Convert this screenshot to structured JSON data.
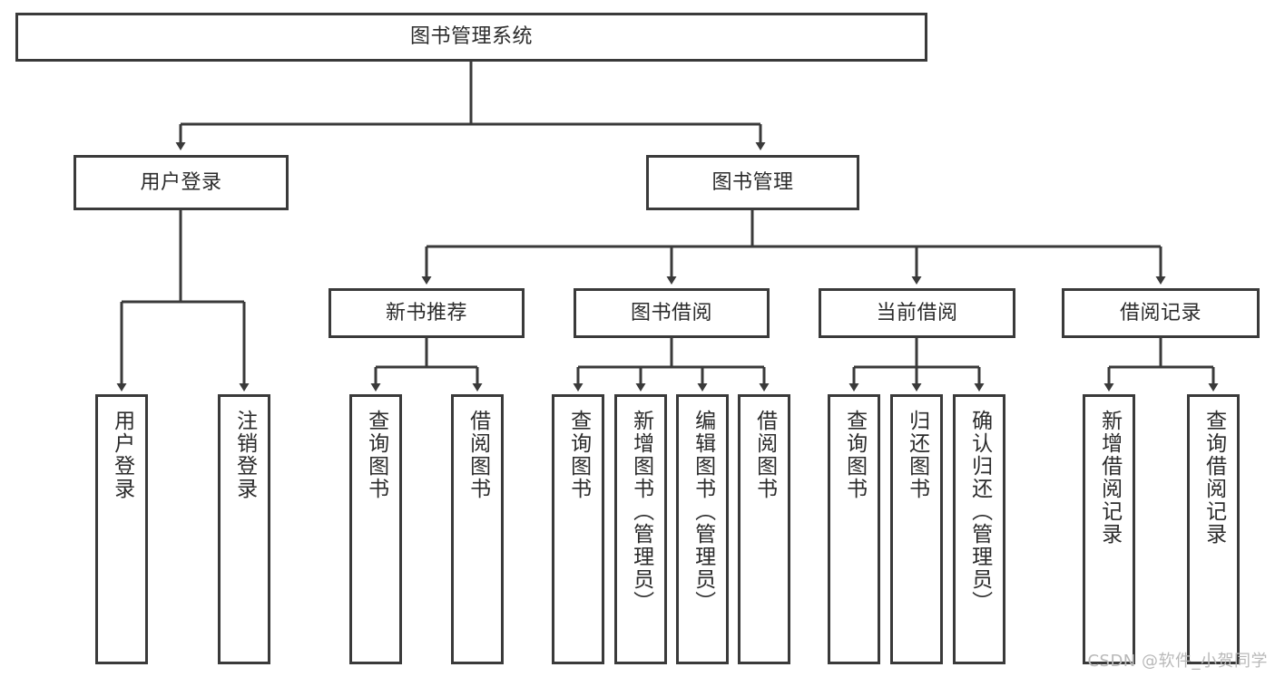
{
  "diagram": {
    "title": "图书管理系统",
    "root": {
      "label": "图书管理系统"
    },
    "level1": [
      {
        "label": "用户登录"
      },
      {
        "label": "图书管理"
      }
    ],
    "level2": [
      {
        "label": "新书推荐"
      },
      {
        "label": "图书借阅"
      },
      {
        "label": "当前借阅"
      },
      {
        "label": "借阅记录"
      }
    ],
    "leaves": {
      "user_login": [
        {
          "label": "用户登录"
        },
        {
          "label": "注销登录"
        }
      ],
      "new_book_recommend": [
        {
          "label": "查询图书"
        },
        {
          "label": "借阅图书"
        }
      ],
      "book_borrow": [
        {
          "label": "查询图书"
        },
        {
          "label": "新增图书（管理员）"
        },
        {
          "label": "编辑图书（管理员）"
        },
        {
          "label": "借阅图书"
        }
      ],
      "current_borrow": [
        {
          "label": "查询图书"
        },
        {
          "label": "归还图书"
        },
        {
          "label": "确认归还（管理员）"
        }
      ],
      "borrow_record": [
        {
          "label": "新增借阅记录"
        },
        {
          "label": "查询借阅记录"
        }
      ]
    }
  },
  "watermark": {
    "text": "CSDN @软件_小贺同学"
  },
  "colors": {
    "stroke": "#3a3a3a",
    "fill": "#ffffff",
    "text": "#2b2b2b",
    "watermark": "#b9b9b9"
  }
}
